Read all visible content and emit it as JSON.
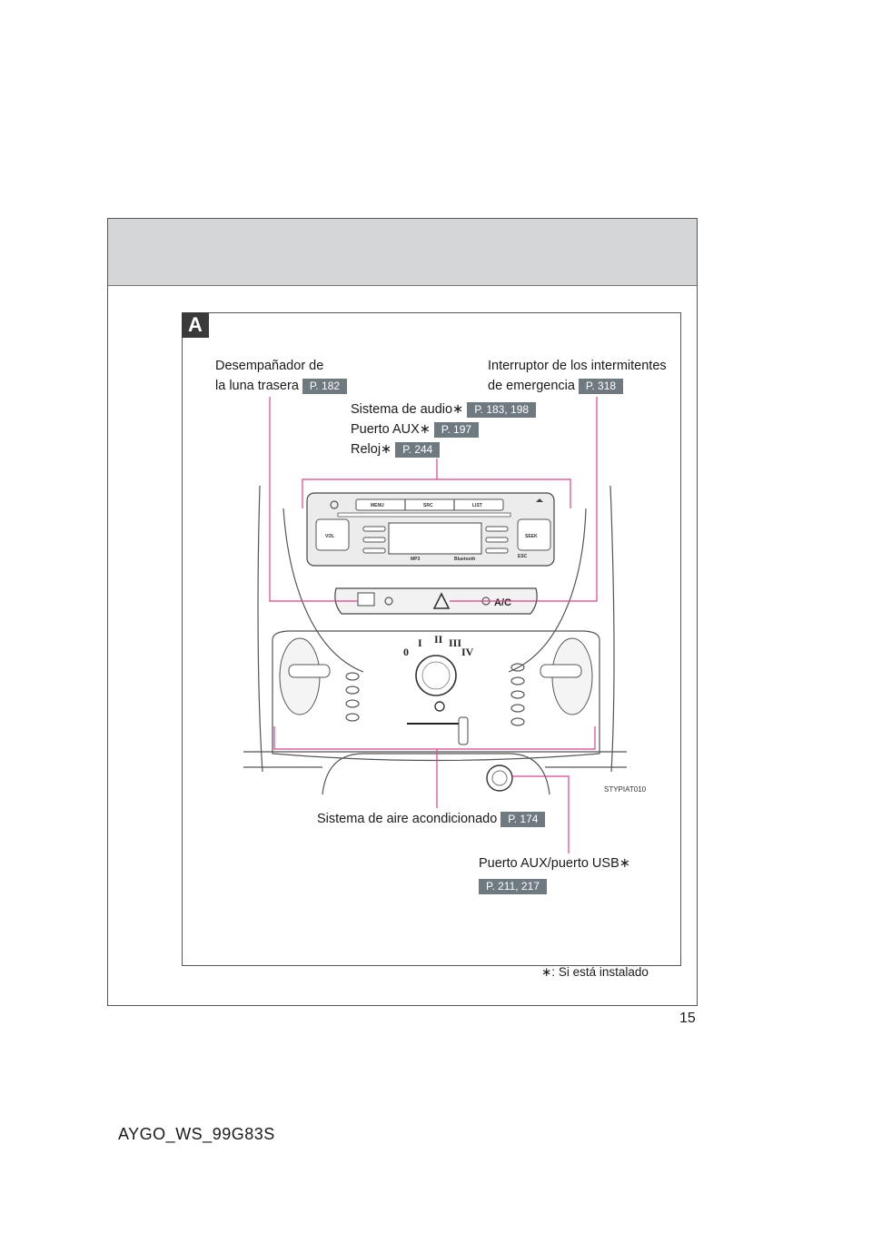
{
  "section_letter": "A",
  "callouts": {
    "rear_defogger": {
      "line1": "Desempañador de",
      "line2": "la luna trasera",
      "page": "P. 182"
    },
    "hazard": {
      "line1": "Interruptor de los intermitentes",
      "line2": "de emergencia",
      "page": "P. 318"
    },
    "audio": {
      "label": "Sistema de audio∗",
      "page": "P. 183, 198"
    },
    "aux": {
      "label": "Puerto AUX∗",
      "page": "P. 197"
    },
    "clock": {
      "label": "Reloj∗",
      "page": "P. 244"
    },
    "aircon": {
      "label": "Sistema de aire acondicionado",
      "page": "P. 174"
    },
    "usb": {
      "label": "Puerto AUX/puerto USB∗",
      "page": "P. 211, 217"
    }
  },
  "radio_buttons": {
    "menu": "MENU",
    "src": "SRC",
    "list": "LIST",
    "vol": "VOL",
    "seek": "SEEK",
    "esc": "ESC",
    "mp3": "MP3",
    "bluetooth": "Bluetooth"
  },
  "ac_label": "A/C",
  "fan_levels": [
    "I",
    "II",
    "III",
    "IV"
  ],
  "figure_code": "STYPIAT010",
  "footnote": "∗: Si está instalado",
  "page_number": "15",
  "doc_code": "AYGO_WS_99G83S"
}
